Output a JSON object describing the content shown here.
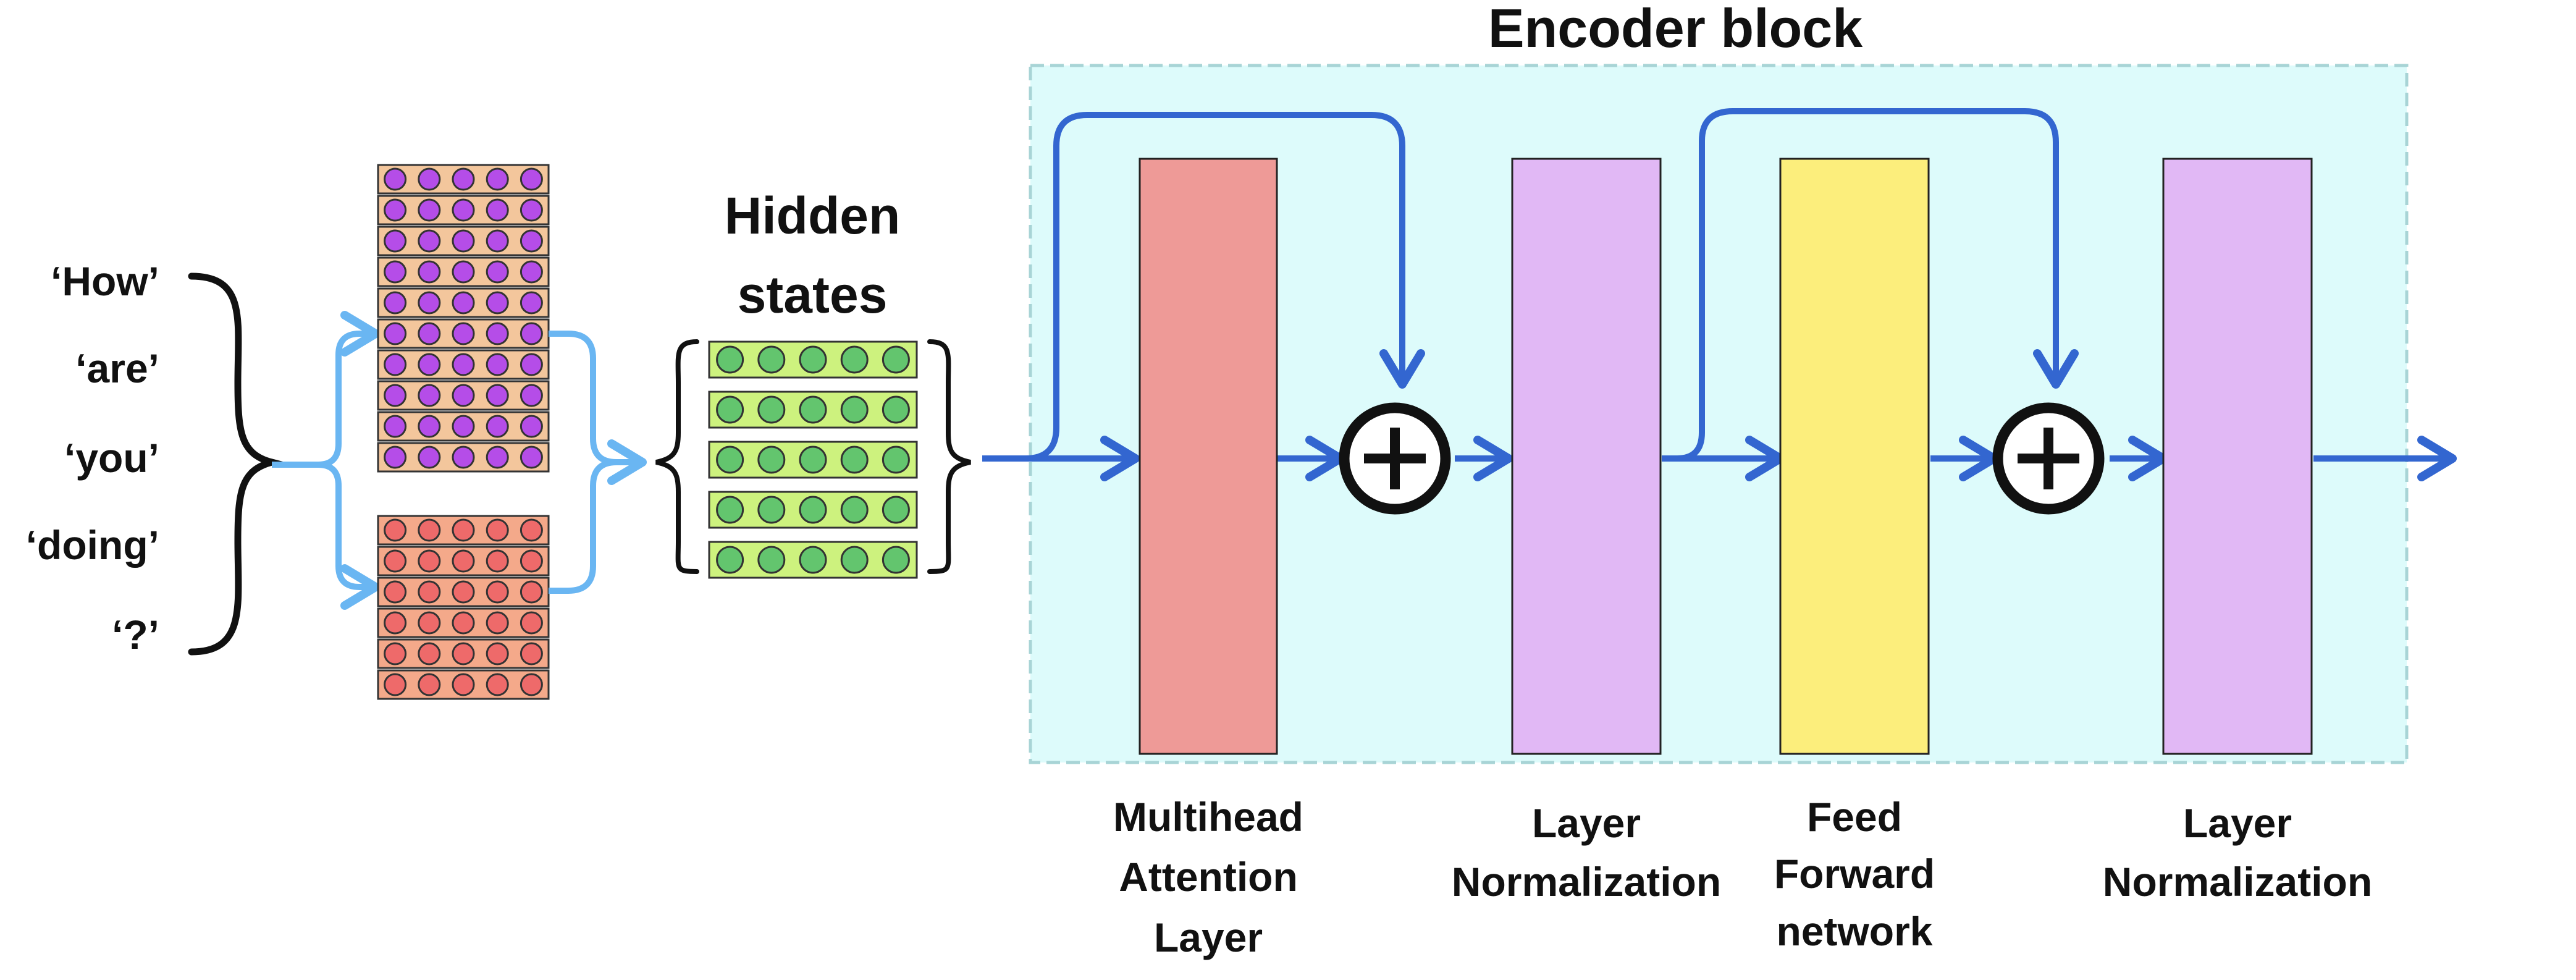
{
  "tokens": [
    "‘How’",
    "‘are’",
    "‘you’",
    "‘doing’",
    "‘?’"
  ],
  "hidden_states_label": [
    "Hidden",
    "states"
  ],
  "encoder_title": "Encoder block",
  "layers": [
    {
      "id": "attn",
      "label": [
        "Multihead",
        "Attention",
        "Layer"
      ],
      "color": "#EE9A97"
    },
    {
      "id": "norm1",
      "label": [
        "Layer",
        "Normalization"
      ],
      "color": "#E1B8F5"
    },
    {
      "id": "ffn",
      "label": [
        "Feed",
        "Forward",
        "network"
      ],
      "color": "#FCEE7C"
    },
    {
      "id": "norm2",
      "label": [
        "Layer",
        "Normalization"
      ],
      "color": "#E1B8F5"
    }
  ],
  "colors": {
    "encoder_bg": "#DDFBFB",
    "encoder_border": "#A8D4D6",
    "main_arrow": "#3366D0",
    "embed_arrow": "#6AB6F2",
    "purple_cell": "#F3C69C",
    "purple_dot": "#B54DE8",
    "red_cell": "#F4A98A",
    "red_dot": "#EE6A6A",
    "green_cell": "#CDF27E",
    "green_dot": "#63C56E"
  }
}
